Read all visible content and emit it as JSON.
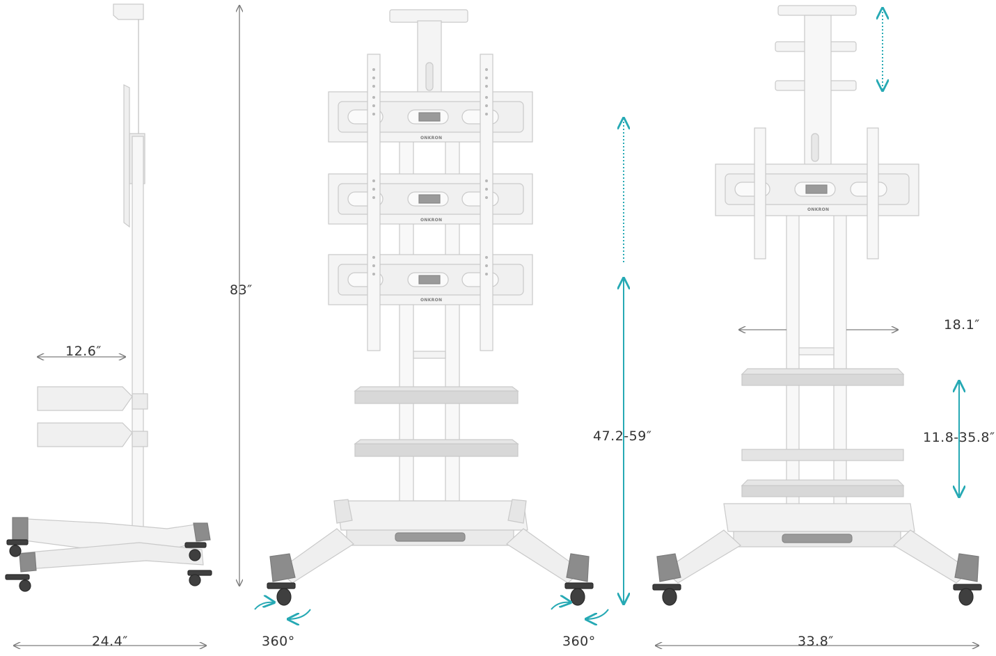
{
  "dimensions": {
    "height_total": "83″",
    "shelf_depth": "12.6″",
    "base_depth": "24.4″",
    "rotation_left": "360°",
    "rotation_right": "360°",
    "mount_height_range": "47.2-59″",
    "pole_spacing": "18.1″",
    "shelf_height_range": "11.8-35.8″",
    "base_width": "33.8″"
  },
  "brand": {
    "logo_text": "ONKRON"
  },
  "colors": {
    "stand_white": "#f4f4f4",
    "stand_outline": "#c9c9c9",
    "shelf_grey": "#d6d6d6",
    "cap_grey": "#8c8c8c",
    "dimension_line": "#7d7d7d",
    "accent_teal": "#26a9b4"
  }
}
